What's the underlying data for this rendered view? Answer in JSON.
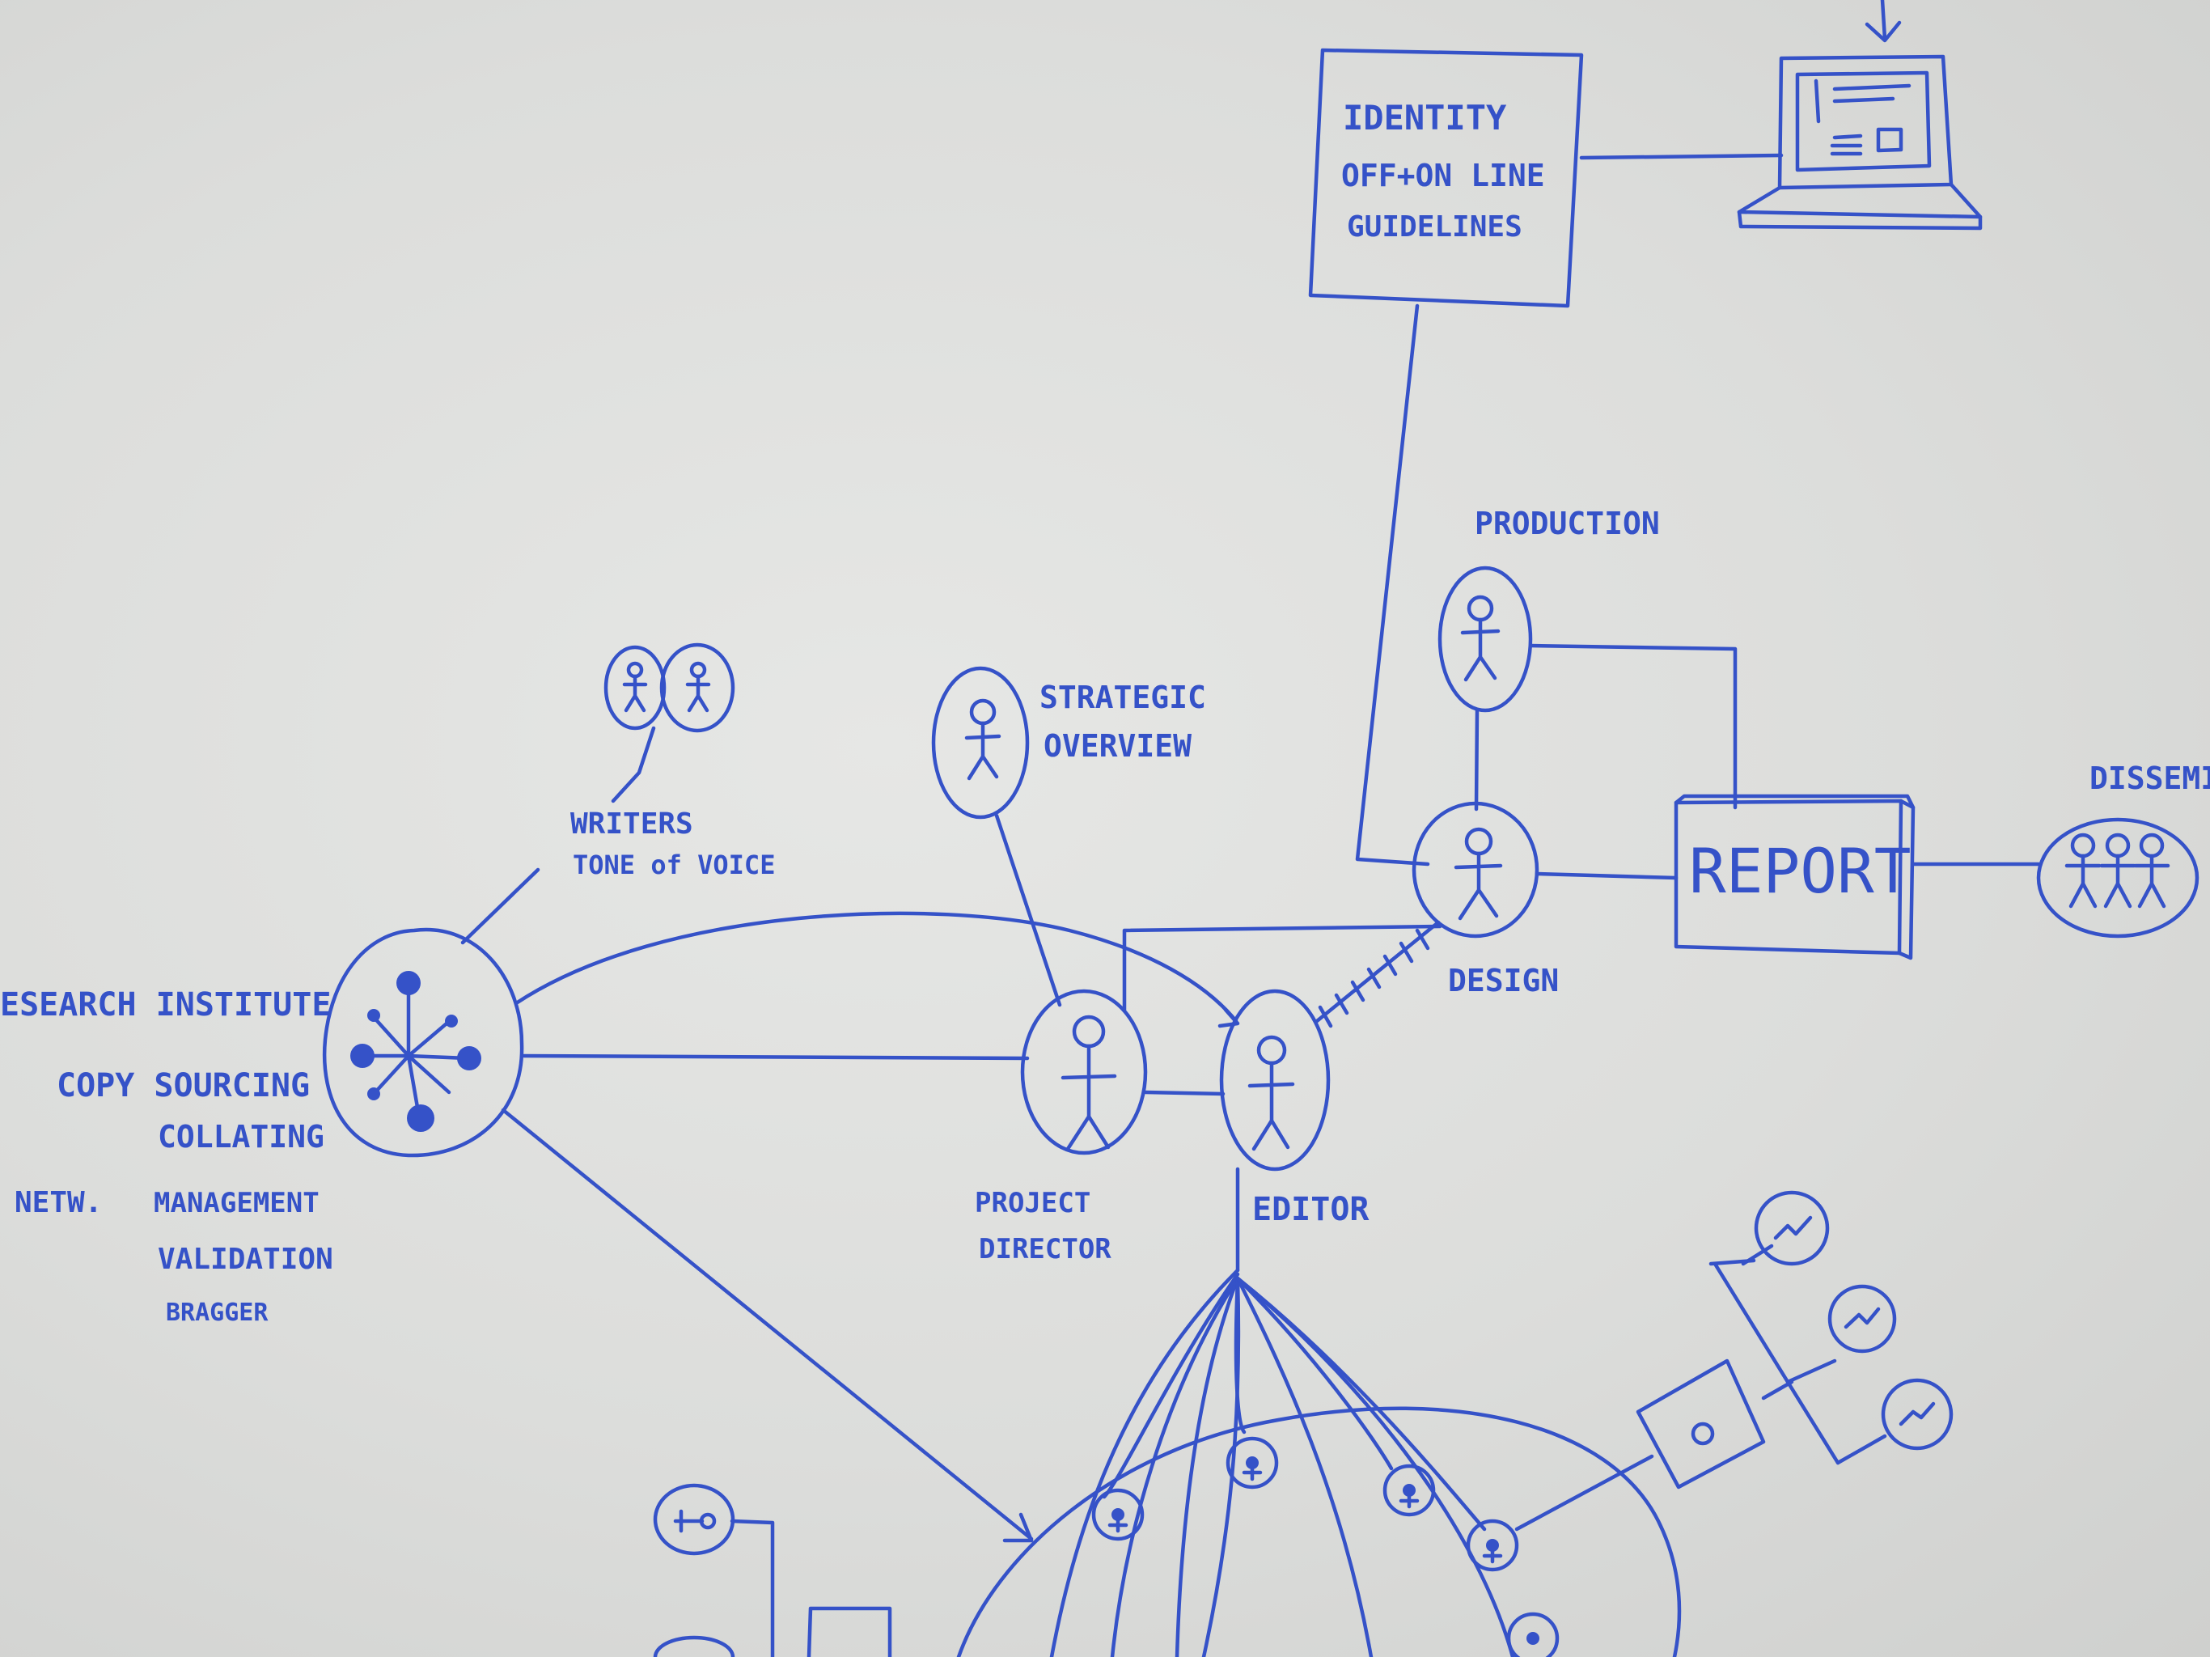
{
  "identity_box": {
    "line1": "IDENTITY",
    "line2": "OFF+ON LINE",
    "line3": "GUIDELINES"
  },
  "labels": {
    "production": "PRODUCTION",
    "strategic_line1": "STRATEGIC",
    "strategic_line2": "OVERVIEW",
    "writers_line1": "WRITERS",
    "writers_line2": "TONE of VOICE",
    "design": "DESIGN",
    "report": "REPORT",
    "dissemination": "DISSEMI",
    "research_institute": "ESEARCH INSTITUTE",
    "copy_sourcing": "COPY SOURCING",
    "collating": "COLLATING",
    "netw": "NETW.",
    "management": "MANAGEMENT",
    "validation": "VALIDATION",
    "bragger": "BRAGGER",
    "project_line1": "PROJECT",
    "project_line2": "DIRECTOR",
    "editor": "EDITOR"
  },
  "colors": {
    "ink": "#3552c8",
    "board": "#dcdddb"
  }
}
